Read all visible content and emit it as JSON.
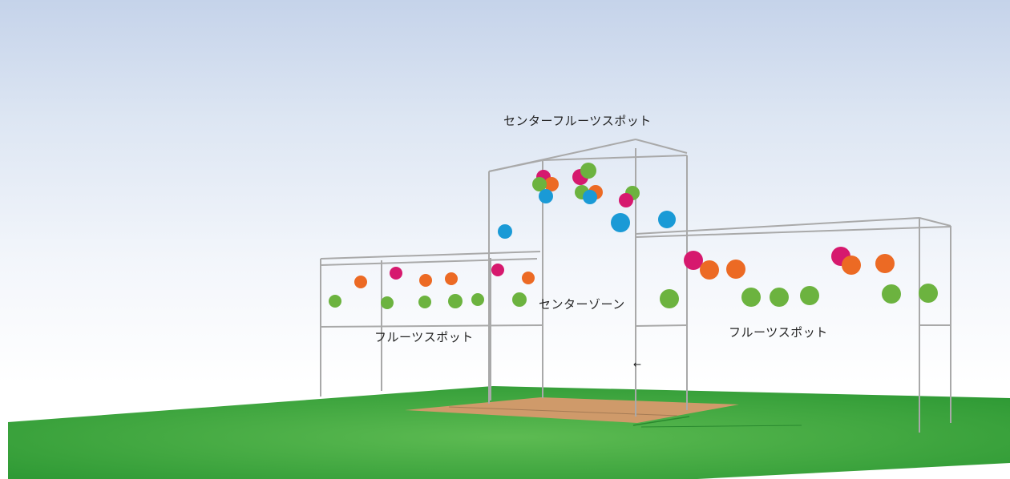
{
  "labels": {
    "center_fruit_spot": "センターフルーツスポット",
    "center_zone": "センターゾーン",
    "left_fruit_spot": "フルーツスポット",
    "right_fruit_spot": "フルーツスポット",
    "arrow_mark": "←"
  },
  "colors": {
    "magenta": "#d6196e",
    "orange": "#ec6a24",
    "green": "#6cb33f",
    "blue": "#1a9ad6",
    "field_green": "#3aa33c",
    "pitch_tan": "#cf9a6a",
    "frame_gray": "#a9a9a9"
  }
}
